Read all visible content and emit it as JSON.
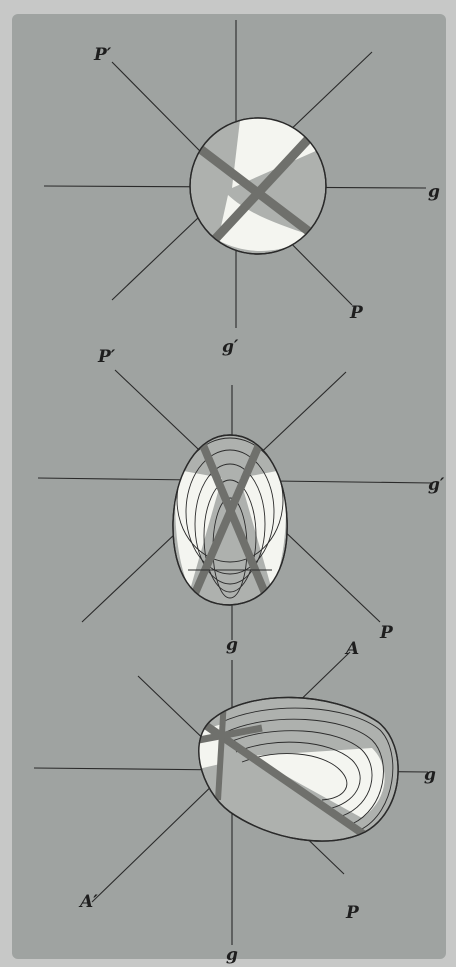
{
  "plate": {
    "background": "#9fa3a1",
    "paper": "#c6c7c6",
    "ink": "#2a2a2a",
    "highlight": "#f4f5f0",
    "band": "#6f706c"
  },
  "figures": [
    {
      "name": "figure-top",
      "labels": {
        "upper_left": "P′",
        "right": "g",
        "bottom": "g′",
        "lower_right": "P"
      }
    },
    {
      "name": "figure-middle",
      "labels": {
        "upper_left": "P′",
        "right": "g′",
        "bottom": "g",
        "lower_right": "P"
      }
    },
    {
      "name": "figure-bottom",
      "labels": {
        "upper_right": "A",
        "right": "g",
        "lower_left": "A′",
        "bottom": "g",
        "lower_right": "P"
      }
    }
  ]
}
